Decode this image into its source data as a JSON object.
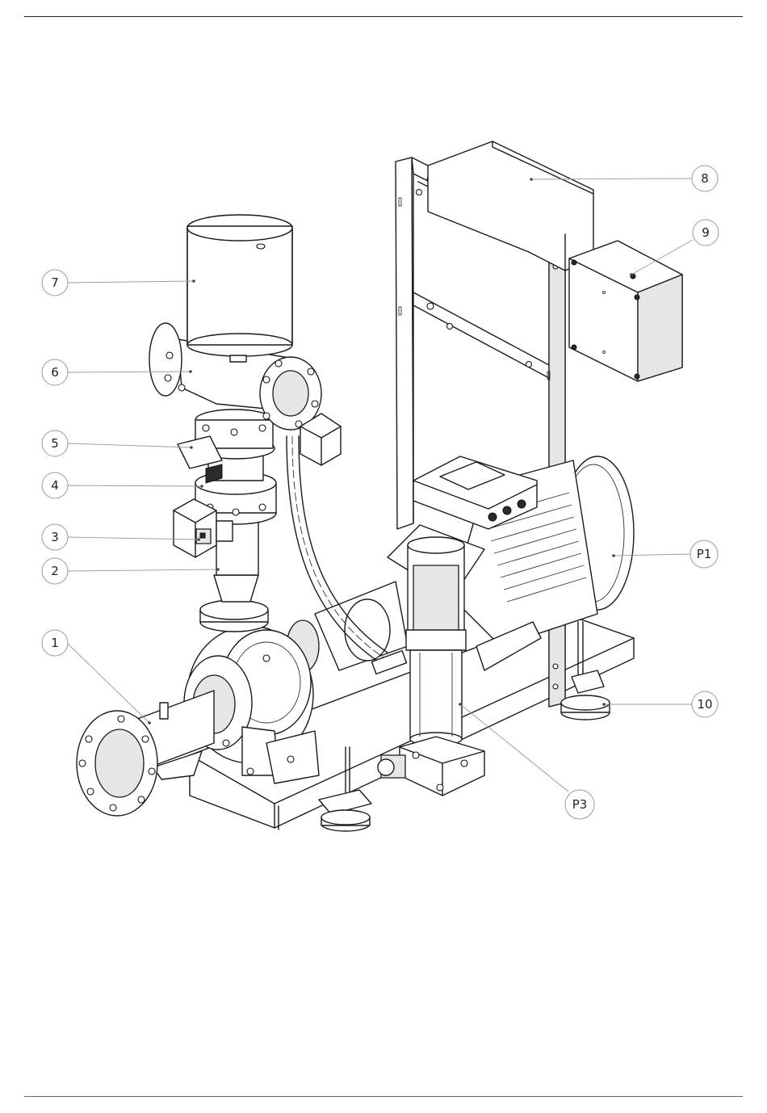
{
  "callouts": [
    {
      "id": "c1",
      "label": "1",
      "part": "suction-inlet-pipe"
    },
    {
      "id": "c2",
      "label": "2",
      "part": "reducer"
    },
    {
      "id": "c3",
      "label": "3",
      "part": "actuator-box"
    },
    {
      "id": "c4",
      "label": "4",
      "part": "flange-coupling"
    },
    {
      "id": "c5",
      "label": "5",
      "part": "shut-off-valve"
    },
    {
      "id": "c6",
      "label": "6",
      "part": "valve-tee-body"
    },
    {
      "id": "c7",
      "label": "7",
      "part": "pressure-vessel"
    },
    {
      "id": "c8",
      "label": "8",
      "part": "control-cabinet"
    },
    {
      "id": "c9",
      "label": "9",
      "part": "junction-box"
    },
    {
      "id": "c10",
      "label": "10",
      "part": "adjustable-foot"
    },
    {
      "id": "cP1",
      "label": "P1",
      "part": "main-pump-motor"
    },
    {
      "id": "cP3",
      "label": "P3",
      "part": "vertical-jockey-pump"
    }
  ]
}
